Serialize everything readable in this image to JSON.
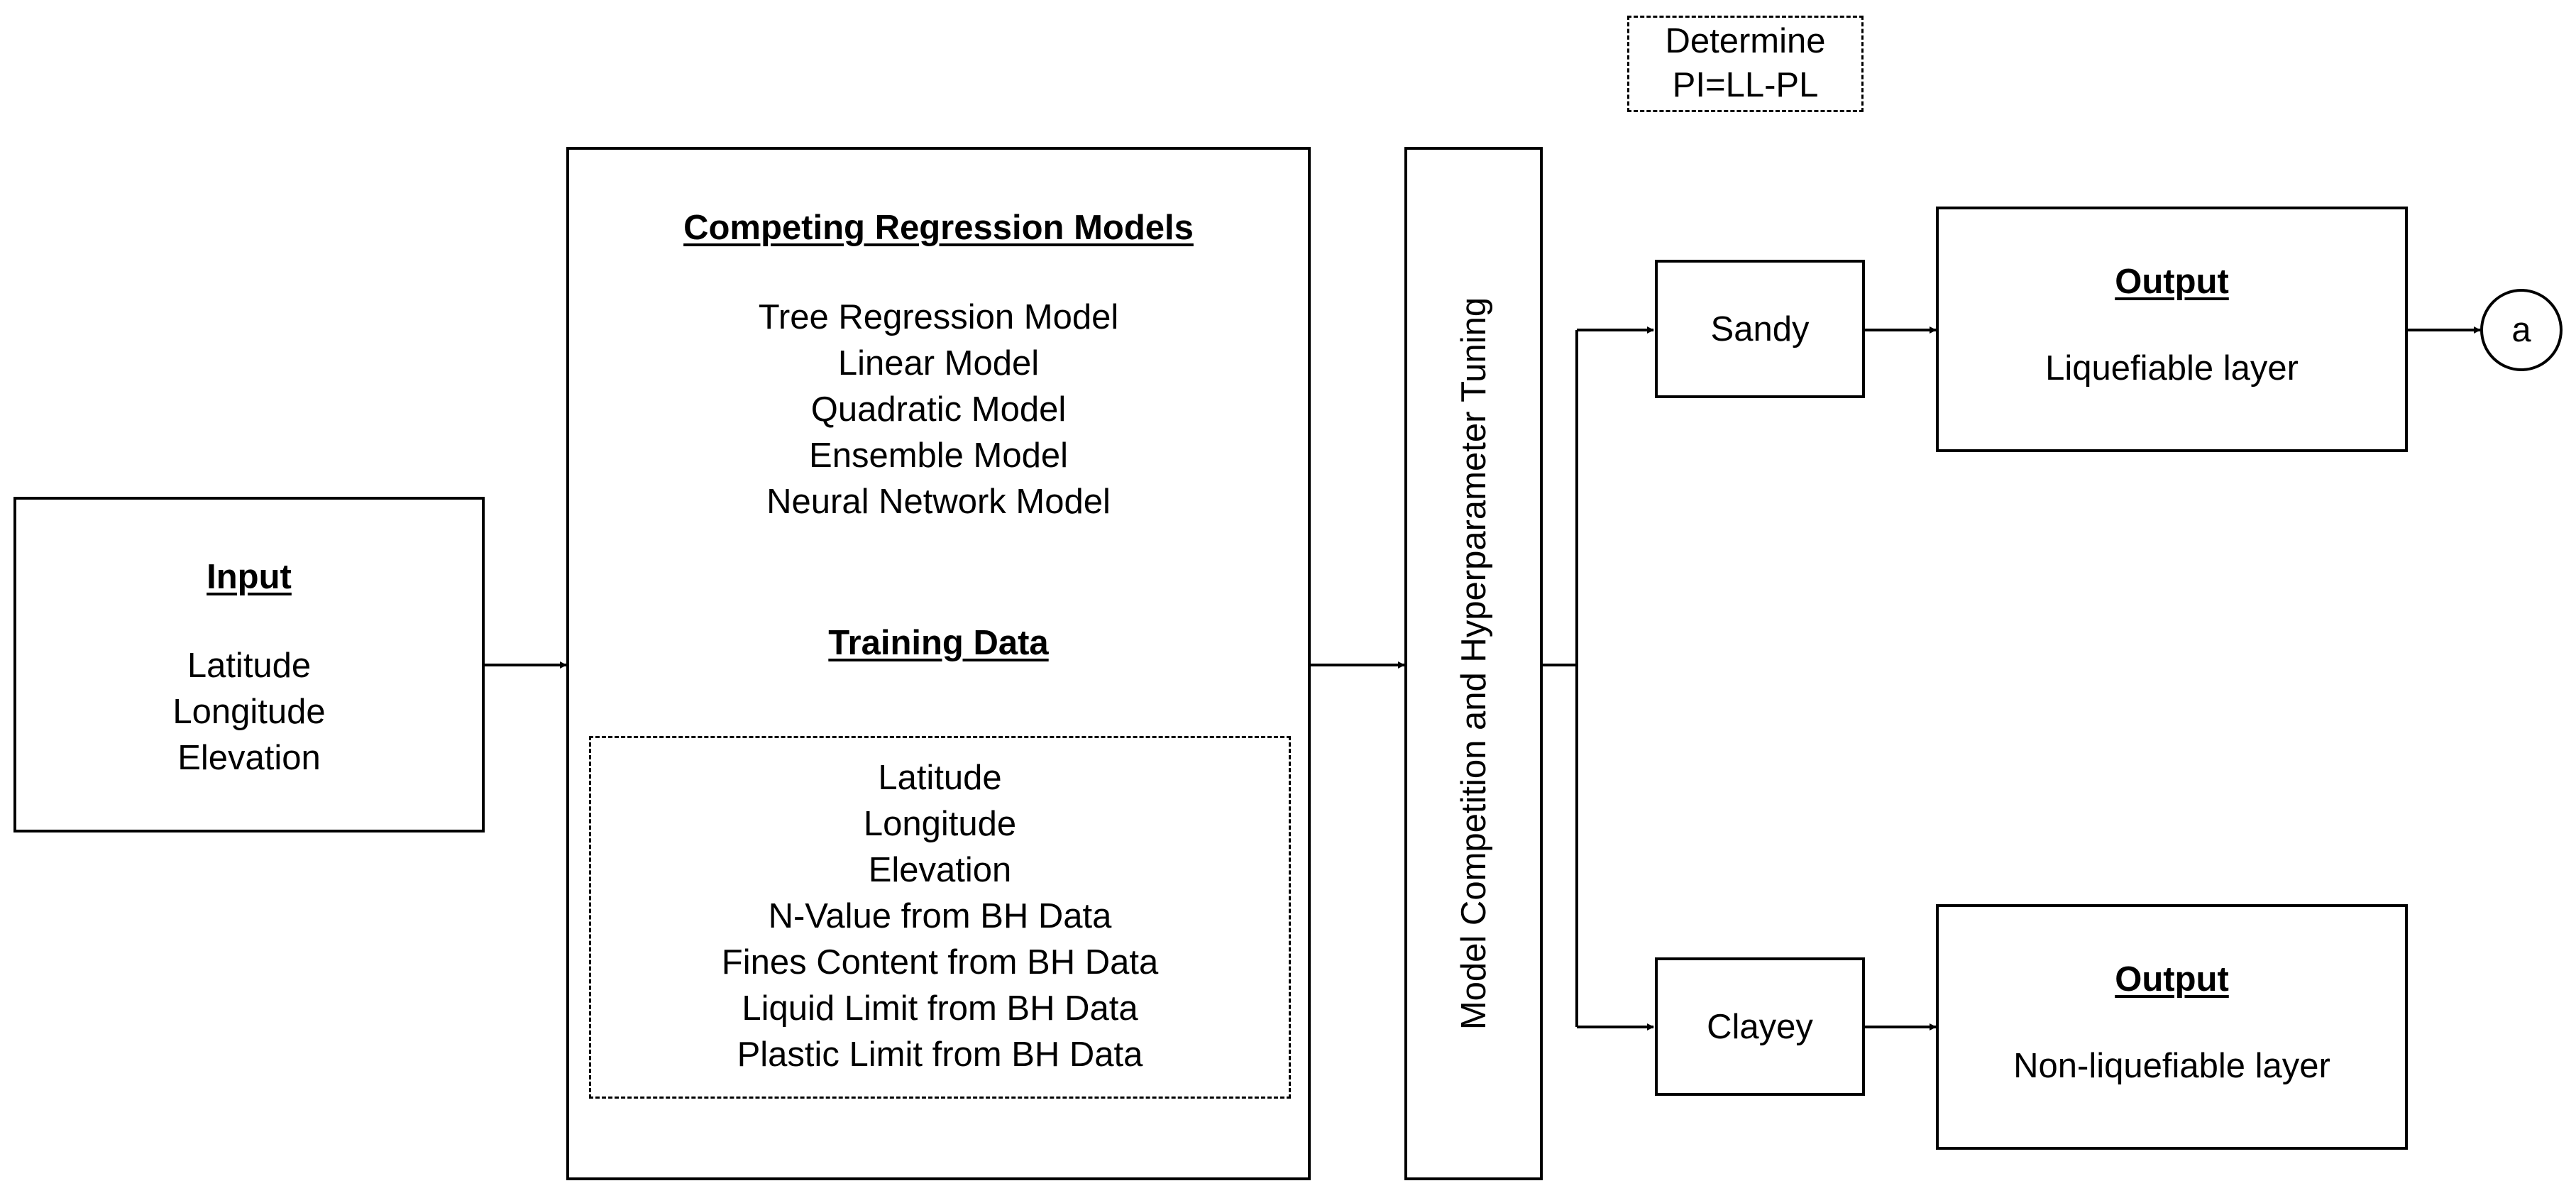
{
  "pi_note": {
    "lines": [
      "Determine",
      "PI=LL-PL"
    ]
  },
  "input_box": {
    "title": "Input",
    "items": [
      "Latitude",
      "Longitude",
      "Elevation"
    ]
  },
  "models_box": {
    "title": "Competing Regression Models",
    "models": [
      "Tree Regression Model",
      "Linear Model",
      "Quadratic Model",
      "Ensemble Model",
      "Neural Network Model"
    ],
    "training_title": "Training Data",
    "training_items": [
      "Latitude",
      "Longitude",
      "Elevation",
      "N-Value from BH Data",
      "Fines Content from BH Data",
      "Liquid Limit from BH Data",
      "Plastic Limit from BH Data"
    ]
  },
  "tuning_box": {
    "label": "Model Competition and Hyperparameter Tuning"
  },
  "sandy_box": {
    "label": "Sandy"
  },
  "clayey_box": {
    "label": "Clayey"
  },
  "output_top": {
    "title": "Output",
    "text": "Liquefiable layer"
  },
  "output_bottom": {
    "title": "Output",
    "text": "Non-liquefiable layer"
  },
  "connector": {
    "label": "a"
  }
}
